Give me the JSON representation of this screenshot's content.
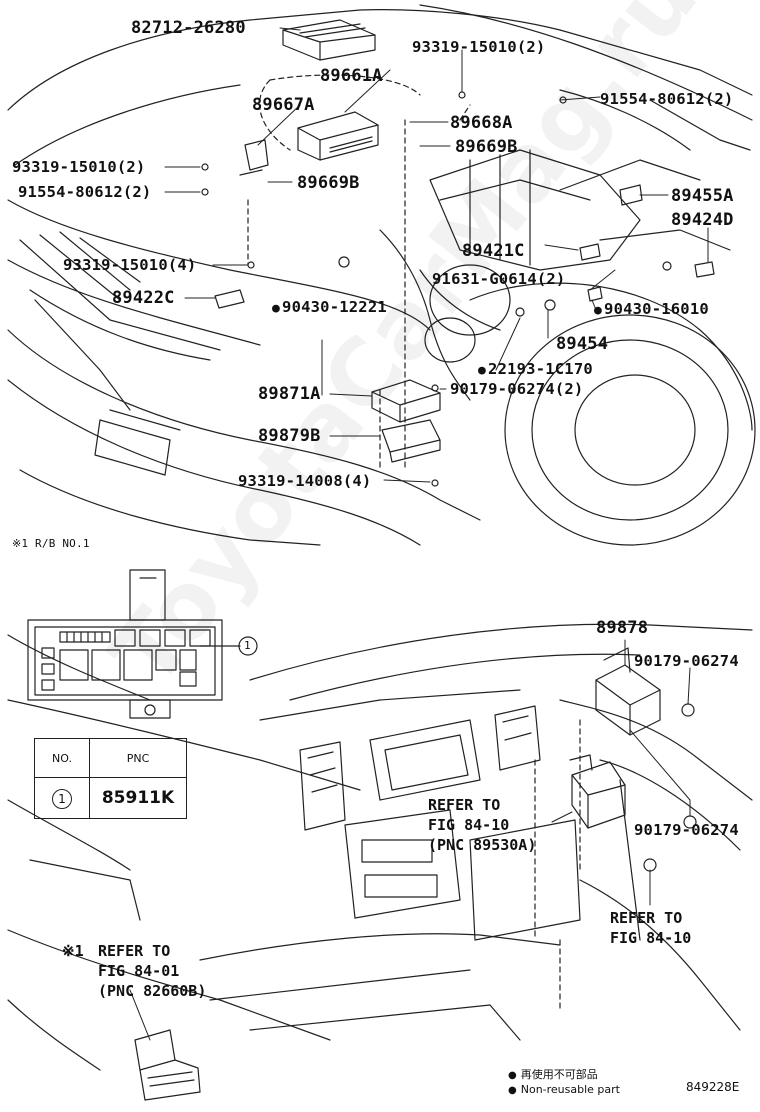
{
  "labels": {
    "p82712": "82712-26280",
    "p93319_15010a": "93319-15010(2)",
    "p89661A": "89661A",
    "p91554_80612a": "91554-80612(2)",
    "p89667A": "89667A",
    "p89668A": "89668A",
    "p89669B_r": "89669B",
    "p93319_15010b": "93319-15010(2)",
    "p89669B_l": "89669B",
    "p91554_80612b": "91554-80612(2)",
    "p89455A": "89455A",
    "p89424D": "89424D",
    "p93319_15010c": "93319-15010(4)",
    "p89421C": "89421C",
    "p91631": "91631-G0614(2)",
    "p89422C": "89422C",
    "p90430_12221": "90430-12221",
    "p90430_16010": "90430-16010",
    "p89454": "89454",
    "p22193": "22193-1C170",
    "p89871A": "89871A",
    "p90179_06274a": "90179-06274(2)",
    "p89879B": "89879B",
    "p93319_14008": "93319-14008(4)",
    "p89878": "89878",
    "p90179_06274b": "90179-06274",
    "p90179_06274c": "90179-06274"
  },
  "rb_caption": "※1 R/B NO.1",
  "callout_number": "1",
  "refs": {
    "ref1": "REFER TO\nFIG 84-10\n(PNC 89530A)",
    "ref2": "REFER TO\nFIG 84-10",
    "ref3_mark": "※1",
    "ref3": "REFER TO\nFIG 84-01\n(PNC 82660B)"
  },
  "table": {
    "headers": [
      "NO.",
      "PNC"
    ],
    "rows": [
      {
        "no": "1",
        "pnc": "85911K"
      }
    ]
  },
  "legend": {
    "line1": "再使用不可部品",
    "line2": "Non-reusable part"
  },
  "figure_id": "849228E",
  "watermark": "ToyotaCarMag.ru"
}
